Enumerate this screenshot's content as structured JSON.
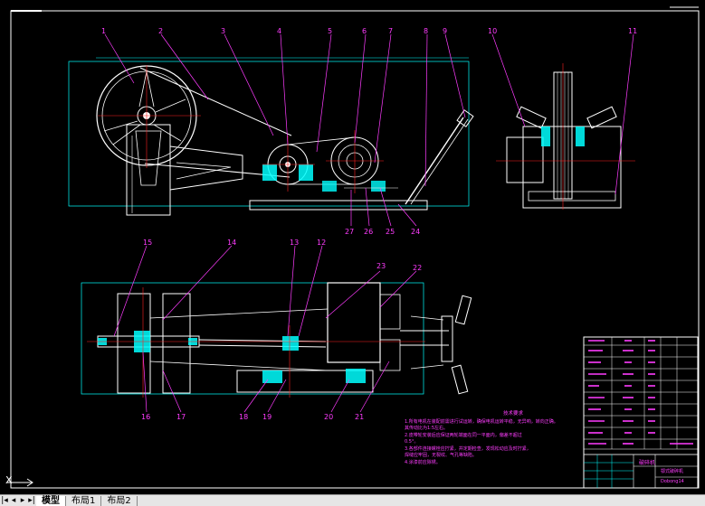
{
  "callouts_top": [
    "1",
    "2",
    "3",
    "4",
    "5",
    "6",
    "7",
    "8",
    "9",
    "10",
    "11"
  ],
  "callouts_bottom_row": [
    "27",
    "26",
    "25",
    "24"
  ],
  "callouts_plan_top": [
    "15",
    "14",
    "13",
    "12",
    "23",
    "22"
  ],
  "callouts_plan_bottom": [
    "16",
    "17",
    "18",
    "19",
    "20",
    "21"
  ],
  "notes": {
    "title": "技术要求",
    "lines": [
      "1.所有电机在装配前需进行试运转，确保电机运转平稳，无异响，转向正确。",
      "  其传动比为1:5左右。",
      "2.皮带轮安装后应保证两轮端面在同一平面内，偏差不超过",
      "  0.5°。",
      "3.各部件连接螺栓应拧紧，并定期检查，发现松动应及时拧紧，",
      "  焊缝应牢固，无裂纹、气孔等缺陷。",
      "4.涂漆前应除锈。"
    ]
  },
  "title_block": {
    "drawing_name": "破碎机",
    "company": "鄂式破碎机",
    "code": "Dobong14"
  },
  "ucs_label": "X",
  "tabs": [
    "模型",
    "布局1",
    "布局2"
  ],
  "colors": {
    "background": "#000000",
    "magenta": "#ff3cff",
    "cyan": "#00ffff",
    "white": "#ffffff",
    "red": "#ff2020"
  }
}
